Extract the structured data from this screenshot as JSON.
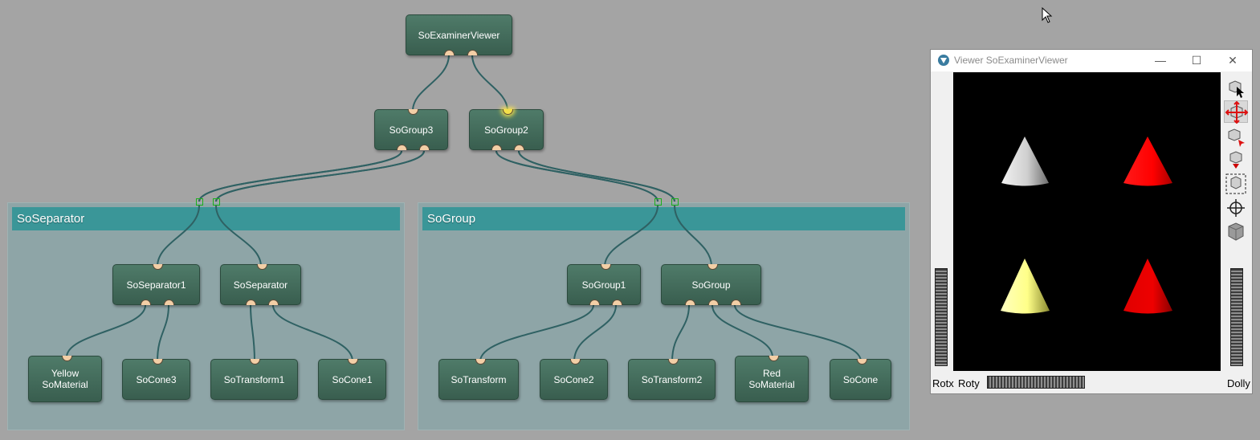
{
  "groups": [
    {
      "title": "SoSeparator"
    },
    {
      "title": "SoGroup"
    }
  ],
  "nodes": {
    "examiner_viewer": "SoExaminerViewer",
    "sogroup3": "SoGroup3",
    "sogroup2": "SoGroup2",
    "soseparator1": "SoSeparator1",
    "soseparator": "SoSeparator",
    "yellow_material": "Yellow\nSoMaterial",
    "socone3": "SoCone3",
    "sotransform1": "SoTransform1",
    "socone1": "SoCone1",
    "sogroup1": "SoGroup1",
    "sogroup": "SoGroup",
    "sotransform": "SoTransform",
    "socone2": "SoCone2",
    "sotransform2": "SoTransform2",
    "red_material": "Red\nSoMaterial",
    "socone": "SoCone"
  },
  "viewer": {
    "title": "Viewer SoExaminerViewer",
    "app_icon": "viewer-app-icon",
    "window_buttons": {
      "minimize": "—",
      "maximize": "☐",
      "close": "✕"
    },
    "labels": {
      "rotx": "Rotx",
      "roty": "Roty",
      "dolly": "Dolly"
    },
    "toolbar_icons": [
      "pick-mode-icon",
      "view-mode-icon",
      "seek-icon",
      "home-icon",
      "view-all-icon",
      "set-home-icon",
      "projection-icon"
    ],
    "active_tool": "view-mode-icon",
    "cone_colors": {
      "top_left": "#cfcfcf",
      "top_right": "#ff0000",
      "bottom_left": "#ffff88",
      "bottom_right": "#ee0000"
    }
  },
  "colors": {
    "node": "#456d5c",
    "port": "#f3cfa6",
    "wire": "#2f6163",
    "group_header": "#3a9698",
    "group_body": "#8ea5a7"
  }
}
